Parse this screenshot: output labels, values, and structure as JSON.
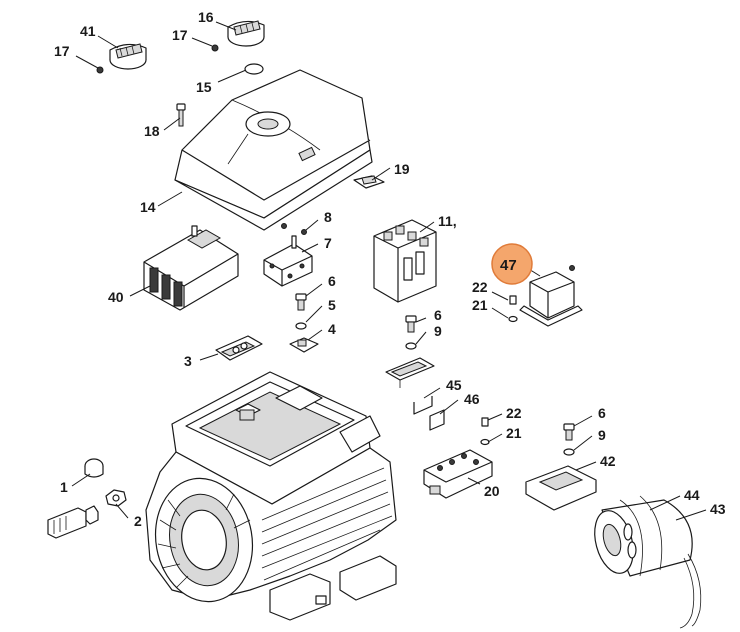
{
  "diagram": {
    "highlight_color": "#f4a66c",
    "highlight_border": "#e07b39",
    "line_color": "#1a1a1a",
    "labels": {
      "p41": "41",
      "p16": "16",
      "p17a": "17",
      "p17b": "17",
      "p15": "15",
      "p18": "18",
      "p19": "19",
      "p14": "14",
      "p8": "8",
      "p7": "7",
      "p11": "11,",
      "p47": "47",
      "p22a": "22",
      "p21a": "21",
      "p40": "40",
      "p6a": "6",
      "p5": "5",
      "p4": "4",
      "p6b": "6",
      "p9a": "9",
      "p3": "3",
      "p45": "45",
      "p46": "46",
      "p22b": "22",
      "p21b": "21",
      "p6c": "6",
      "p9b": "9",
      "p42": "42",
      "p1": "1",
      "p2": "2",
      "p20": "20",
      "p44": "44",
      "p43": "43"
    }
  }
}
